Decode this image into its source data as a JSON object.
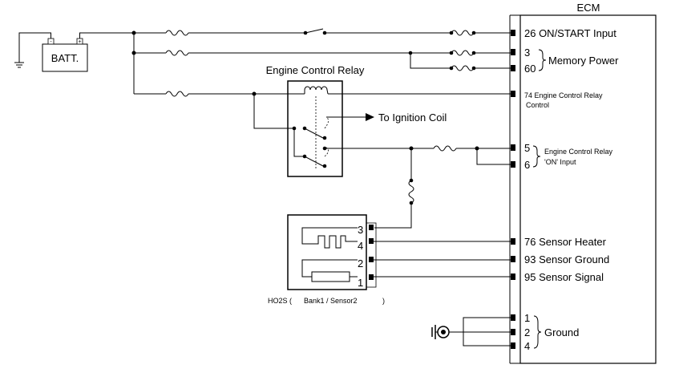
{
  "ecm": {
    "title": "ECM",
    "pins": {
      "on_start": "26 ON/START Input",
      "mp_3": "3",
      "mp_60": "60",
      "memory_power": "Memory Power",
      "relay_ctrl_1": "74 Engine Control Relay",
      "relay_ctrl_2": "Control",
      "on_5": "5",
      "on_6": "6",
      "on_input_1": "Engine Control Relay",
      "on_input_2": "'ON' Input",
      "sensor_heater": "76 Sensor Heater",
      "sensor_ground": "93 Sensor Ground",
      "sensor_signal": "95 Sensor Signal",
      "gnd_1": "1",
      "gnd_2": "2",
      "gnd_4": "4",
      "ground": "Ground"
    }
  },
  "battery": {
    "label": "BATT.",
    "neg": "-",
    "pos": "+"
  },
  "relay": {
    "title": "Engine Control Relay",
    "to_ignition": "To Ignition Coil"
  },
  "ho2s": {
    "label_prefix": "HO2S (",
    "label_bank": "Bank1 / Sensor2",
    "label_suffix": ")",
    "pin_3": "3",
    "pin_4": "4",
    "pin_2": "2",
    "pin_1": "1"
  }
}
